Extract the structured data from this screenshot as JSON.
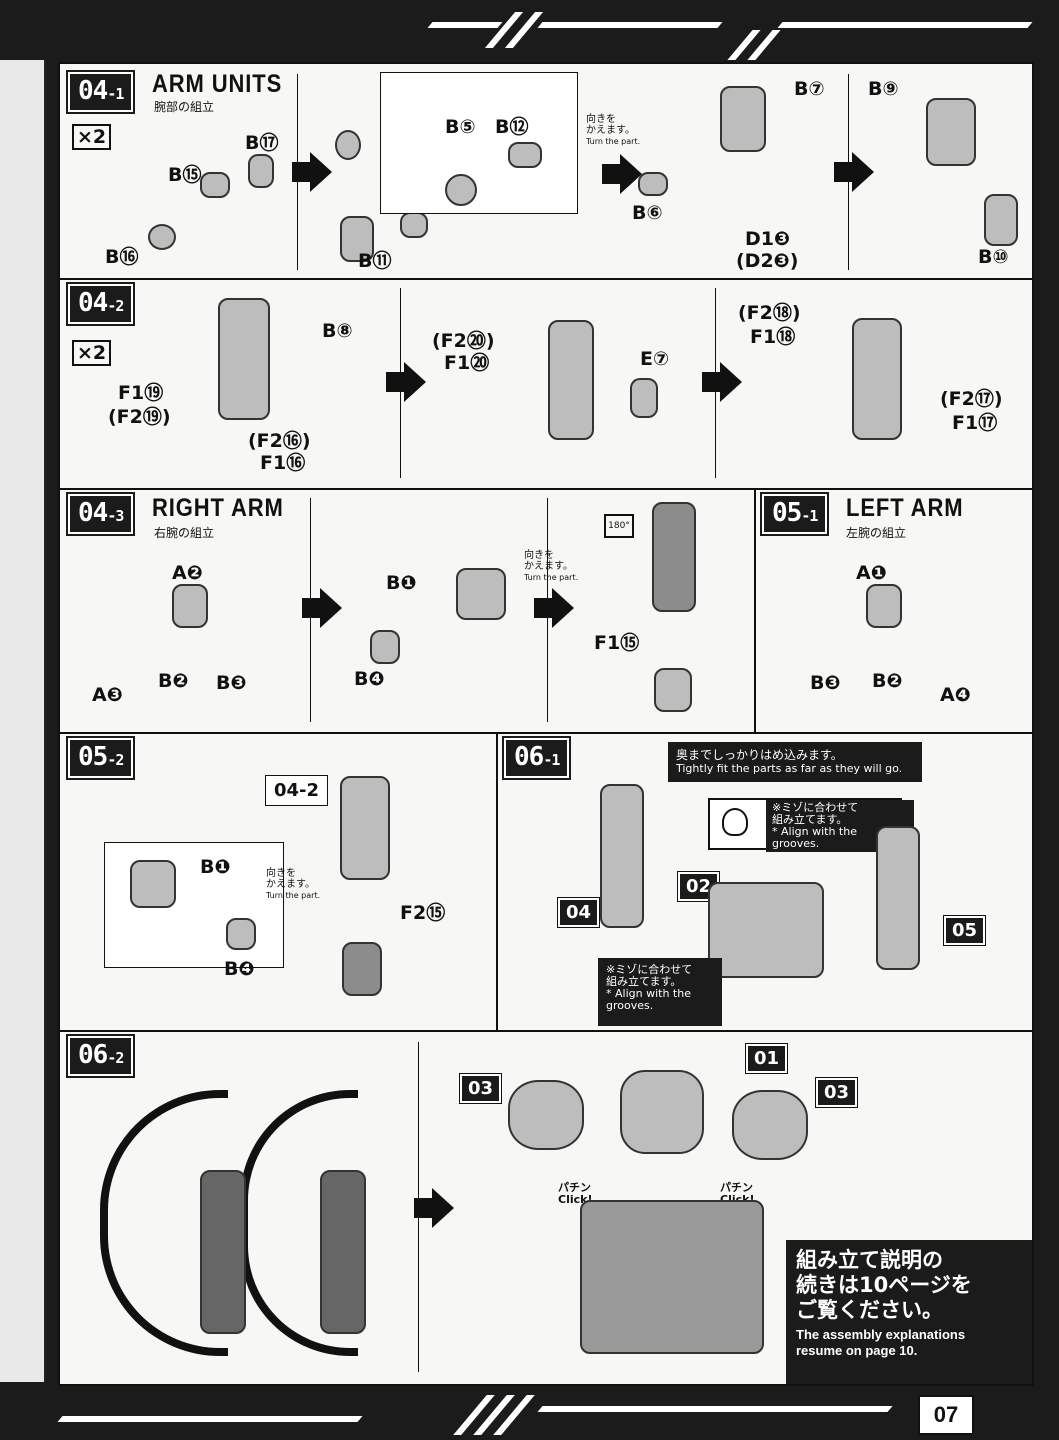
{
  "page_number": "07",
  "panels": {
    "p04_1": {
      "step": "04",
      "sub": "-1",
      "title": "ARM UNITS",
      "subtitle": "腕部の組立",
      "multiplier": "×2",
      "labels": [
        "B⑰",
        "B⑮",
        "B⑯",
        "B⑪",
        "B⑤",
        "B⑫",
        "B⑦",
        "B⑥",
        "D1❸",
        "(D2❸)",
        "B⑨",
        "B⑩"
      ],
      "note_jp": "向きを\nかえます。",
      "note_en": "Turn the part."
    },
    "p04_2": {
      "step": "04",
      "sub": "-2",
      "multiplier": "×2",
      "labels": [
        "B⑧",
        "F1⑲",
        "(F2⑲)",
        "(F2⑯)",
        "F1⑯",
        "(F2⑳)",
        "F1⑳",
        "E⑦",
        "(F2⑱)",
        "F1⑱",
        "(F2⑰)",
        "F1⑰"
      ]
    },
    "p04_3": {
      "step": "04",
      "sub": "-3",
      "title": "RIGHT ARM",
      "subtitle": "右腕の組立",
      "labels": [
        "A❷",
        "A❸",
        "B❷",
        "B❸",
        "B❶",
        "B❹",
        "F1⑮"
      ],
      "note_jp": "向きを\nかえます。",
      "note_en": "Turn the part.",
      "rotate": "180°"
    },
    "p05_1": {
      "step": "05",
      "sub": "-1",
      "title": "LEFT ARM",
      "subtitle": "左腕の組立",
      "labels": [
        "A❶",
        "B❸",
        "B❷",
        "A❹"
      ]
    },
    "p05_2": {
      "step": "05",
      "sub": "-2",
      "ref": "04-2",
      "labels": [
        "B❶",
        "B❹",
        "F2⑮"
      ],
      "note_jp": "向きを\nかえます。",
      "note_en": "Turn the part."
    },
    "p06_1": {
      "step": "06",
      "sub": "-1",
      "tight_jp": "奥までしっかりはめ込みます。",
      "tight_en": "Tightly fit the parts as far as they will go.",
      "groove_jp": "※ミゾに合わせて\n組み立てます。",
      "groove_en": "* Align with the\ngrooves.",
      "tags": [
        "04",
        "02",
        "05"
      ]
    },
    "p06_2": {
      "step": "06",
      "sub": "-2",
      "tags": [
        "03",
        "01",
        "03"
      ],
      "click": [
        "パチン",
        "Click!"
      ],
      "resume_jp": "組み立て説明の\n続きは10ページを\nご覧ください。",
      "resume_en": "The assembly explanations\nresume on page 10."
    }
  }
}
